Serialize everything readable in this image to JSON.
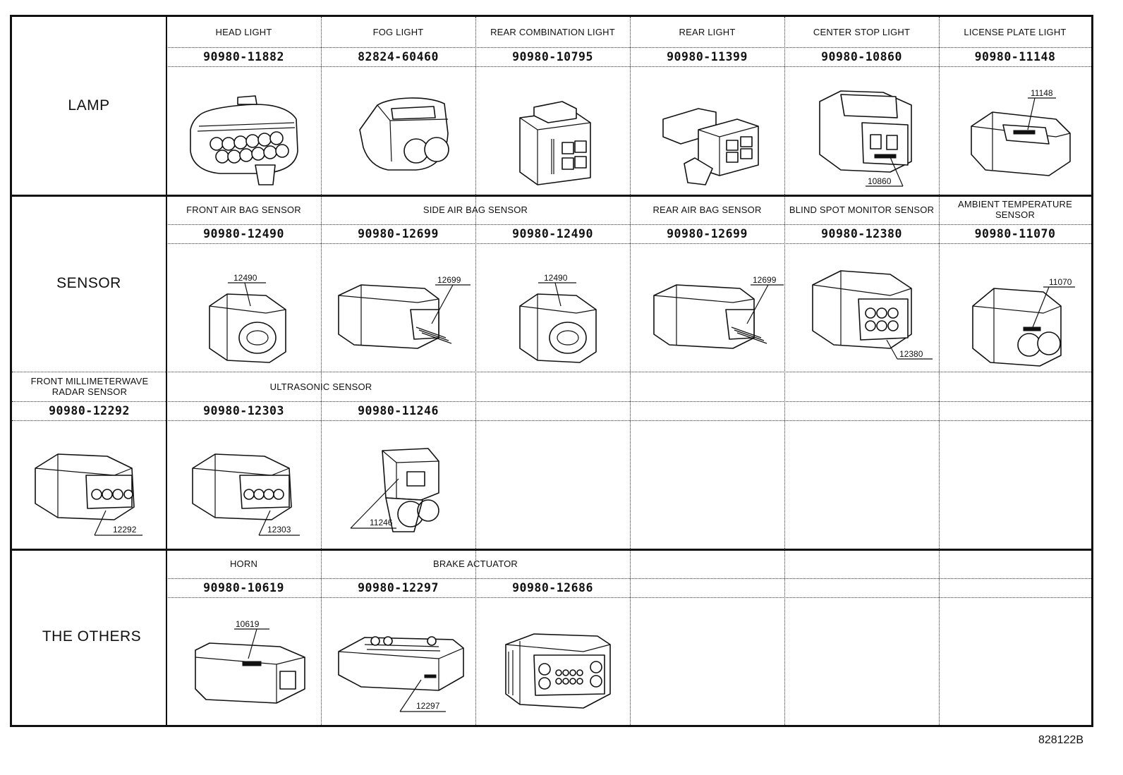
{
  "reference_id": "828122B",
  "categories": [
    {
      "id": "lamp",
      "label": "LAMP"
    },
    {
      "id": "sensor",
      "label": "SENSOR"
    },
    {
      "id": "radar",
      "label": ""
    },
    {
      "id": "others",
      "label": "THE OTHERS"
    }
  ],
  "lamp": {
    "headers": [
      "HEAD LIGHT",
      "FOG LIGHT",
      "REAR COMBINATION LIGHT",
      "REAR LIGHT",
      "CENTER STOP LIGHT",
      "LICENSE PLATE LIGHT"
    ],
    "parts": [
      "90980-11882",
      "82824-60460",
      "90980-10795",
      "90980-11399",
      "90980-10860",
      "90980-11148"
    ],
    "callouts": {
      "center_stop": "10860",
      "license_plate": "11148"
    }
  },
  "sensor": {
    "headers": {
      "front_air_bag": "FRONT AIR BAG SENSOR",
      "side_air_bag": "SIDE AIR BAG SENSOR",
      "rear_air_bag": "REAR AIR BAG SENSOR",
      "blind_spot": "BLIND SPOT MONITOR SENSOR",
      "ambient_temp": "AMBIENT TEMPERATURE SENSOR"
    },
    "parts": [
      "90980-12490",
      "90980-12699",
      "90980-12490",
      "90980-12699",
      "90980-12380",
      "90980-11070"
    ],
    "callouts": [
      "12490",
      "12699",
      "12490",
      "12699",
      "12380",
      "11070"
    ]
  },
  "radar_row": {
    "headers": {
      "front_radar": "FRONT MILLIMETERWAVE RADAR SENSOR",
      "ultrasonic": "ULTRASONIC SENSOR"
    },
    "parts": [
      "90980-12292",
      "90980-12303",
      "90980-11246"
    ],
    "callouts": [
      "12292",
      "12303",
      "11246"
    ]
  },
  "others": {
    "headers": {
      "horn": "HORN",
      "brake": "BRAKE ACTUATOR"
    },
    "parts": [
      "90980-10619",
      "90980-12297",
      "90980-12686"
    ],
    "callouts": [
      "10619",
      "12297"
    ]
  }
}
